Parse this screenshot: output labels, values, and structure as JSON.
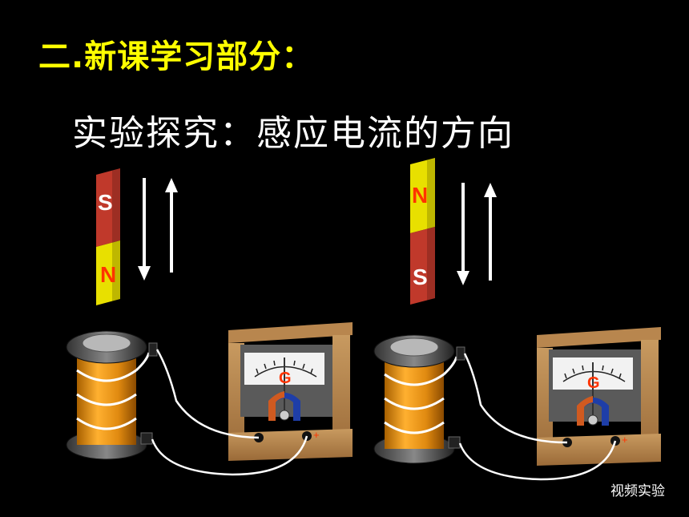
{
  "slide": {
    "heading": "二.新课学习部分：",
    "subtitle": "实验探究：感应电流的方向",
    "video_link": "视频实验"
  },
  "left_setup": {
    "magnet_top": "S",
    "magnet_bottom": "N",
    "meter_label": "G",
    "plus": "+"
  },
  "right_setup": {
    "magnet_top": "N",
    "magnet_bottom": "S",
    "meter_label": "G",
    "plus": "+"
  },
  "colors": {
    "heading": "#ffff00",
    "magnet_red": "#c0392b",
    "magnet_yellow": "#e8e000",
    "coil": "#f0a020",
    "wood": "#b8864e",
    "accent_red": "#ff3300"
  }
}
